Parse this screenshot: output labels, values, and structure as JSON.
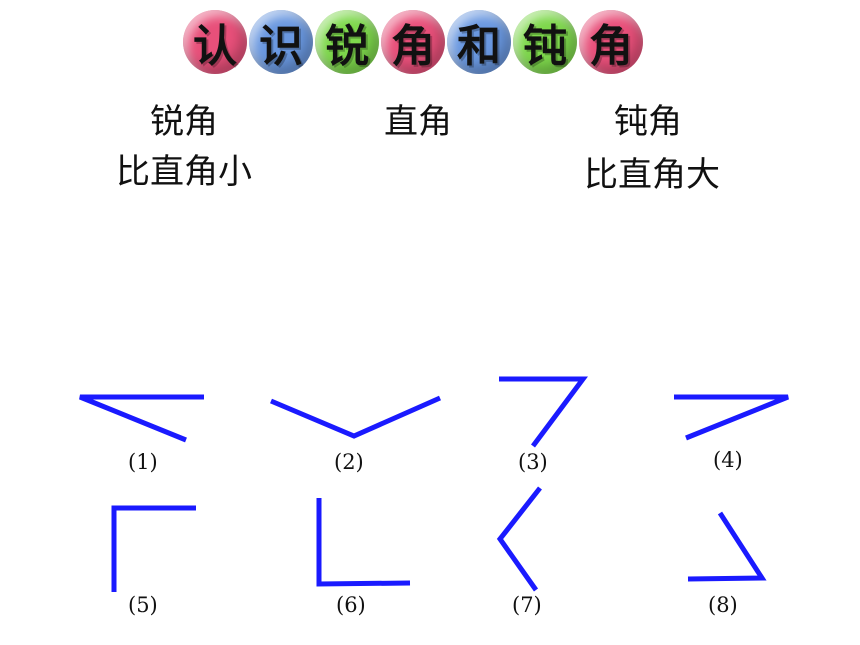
{
  "title": {
    "chars": [
      {
        "text": "认",
        "color": "#e8507a"
      },
      {
        "text": "识",
        "color": "#6a98e0"
      },
      {
        "text": "锐",
        "color": "#7ed84c"
      },
      {
        "text": "角",
        "color": "#e8507a"
      },
      {
        "text": "和",
        "color": "#6a98e0"
      },
      {
        "text": "钝",
        "color": "#7ed84c"
      },
      {
        "text": "角",
        "color": "#e8507a"
      }
    ]
  },
  "labels": {
    "acute": "锐角",
    "acute_desc": "比直角小",
    "right": "直角",
    "obtuse": "钝角",
    "obtuse_desc": "比直角大"
  },
  "line_color": "#1a1aff",
  "angles": [
    {
      "number": "(1)",
      "kind": "acute"
    },
    {
      "number": "(2)",
      "kind": "obtuse"
    },
    {
      "number": "(3)",
      "kind": "acute"
    },
    {
      "number": "(4)",
      "kind": "acute"
    },
    {
      "number": "(5)",
      "kind": "right"
    },
    {
      "number": "(6)",
      "kind": "right"
    },
    {
      "number": "(7)",
      "kind": "obtuse"
    },
    {
      "number": "(8)",
      "kind": "acute"
    }
  ]
}
